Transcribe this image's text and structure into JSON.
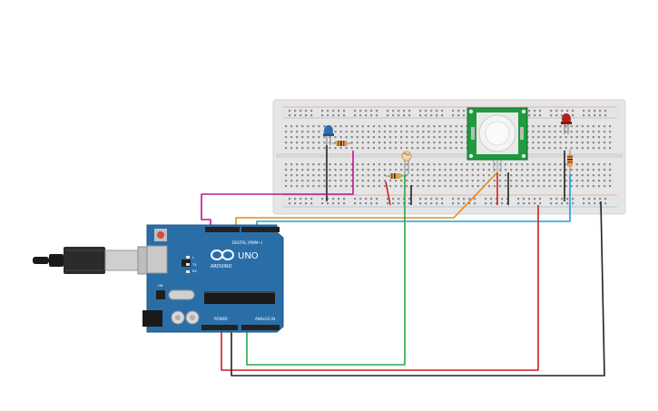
{
  "arduino": {
    "brand": "ARDUINO",
    "model": "UNO",
    "digital_label": "DIGITAL (PWM~)",
    "power_label": "POWER",
    "analog_label": "ANALOG IN",
    "tx_label": "TX",
    "rx_label": "RX",
    "l_label": "L",
    "on_label": "ON"
  },
  "colors": {
    "board": "#2a6ea8",
    "breadboard": "#e6e6e6",
    "wire_magenta": "#c0168f",
    "wire_orange": "#e88a12",
    "wire_cyan": "#1aa3d9",
    "wire_green": "#2aa84a",
    "wire_red": "#d11f1f",
    "wire_black": "#222222",
    "pir": "#1f9a3e",
    "led_blue": "#2a6db5",
    "led_red": "#b21f1f"
  },
  "components": {
    "pir_sensor": "pir-motion-sensor",
    "led_left": "blue-led",
    "led_right": "red-led",
    "ldr": "photoresistor"
  }
}
